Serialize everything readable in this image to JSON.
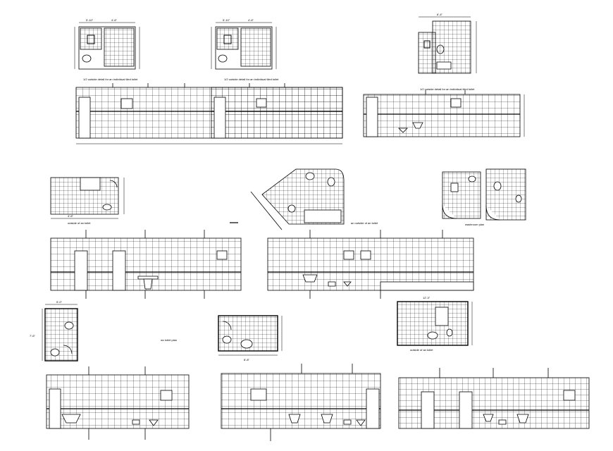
{
  "sheet": {
    "background": "#ffffff",
    "line_color": "#000000"
  },
  "labels": {
    "plan_1_note": "1/2 outside detail for an individual tiled toilet",
    "plan_2_note": "1/2 outside detail for an individual tiled toilet",
    "plan_3_note": "1/2 outside detail for an individual tiled toilet",
    "plan_4_note": "outside of an toilet",
    "plan_5_note": "an outside of an toilet",
    "plan_6_note": "washroom plan",
    "plan_7_note": "wc toilet plan",
    "plan_9_note": "outside of an toilet"
  },
  "dimensions": {
    "d1": "5'-10\"",
    "d2": "4'-6\"",
    "d3": "6'-4\"",
    "d4": "4'-6\"",
    "d5": "5'-0\"",
    "d6": "7'-6\"",
    "d7": "8'-8\"",
    "d8": "12'-3\""
  }
}
